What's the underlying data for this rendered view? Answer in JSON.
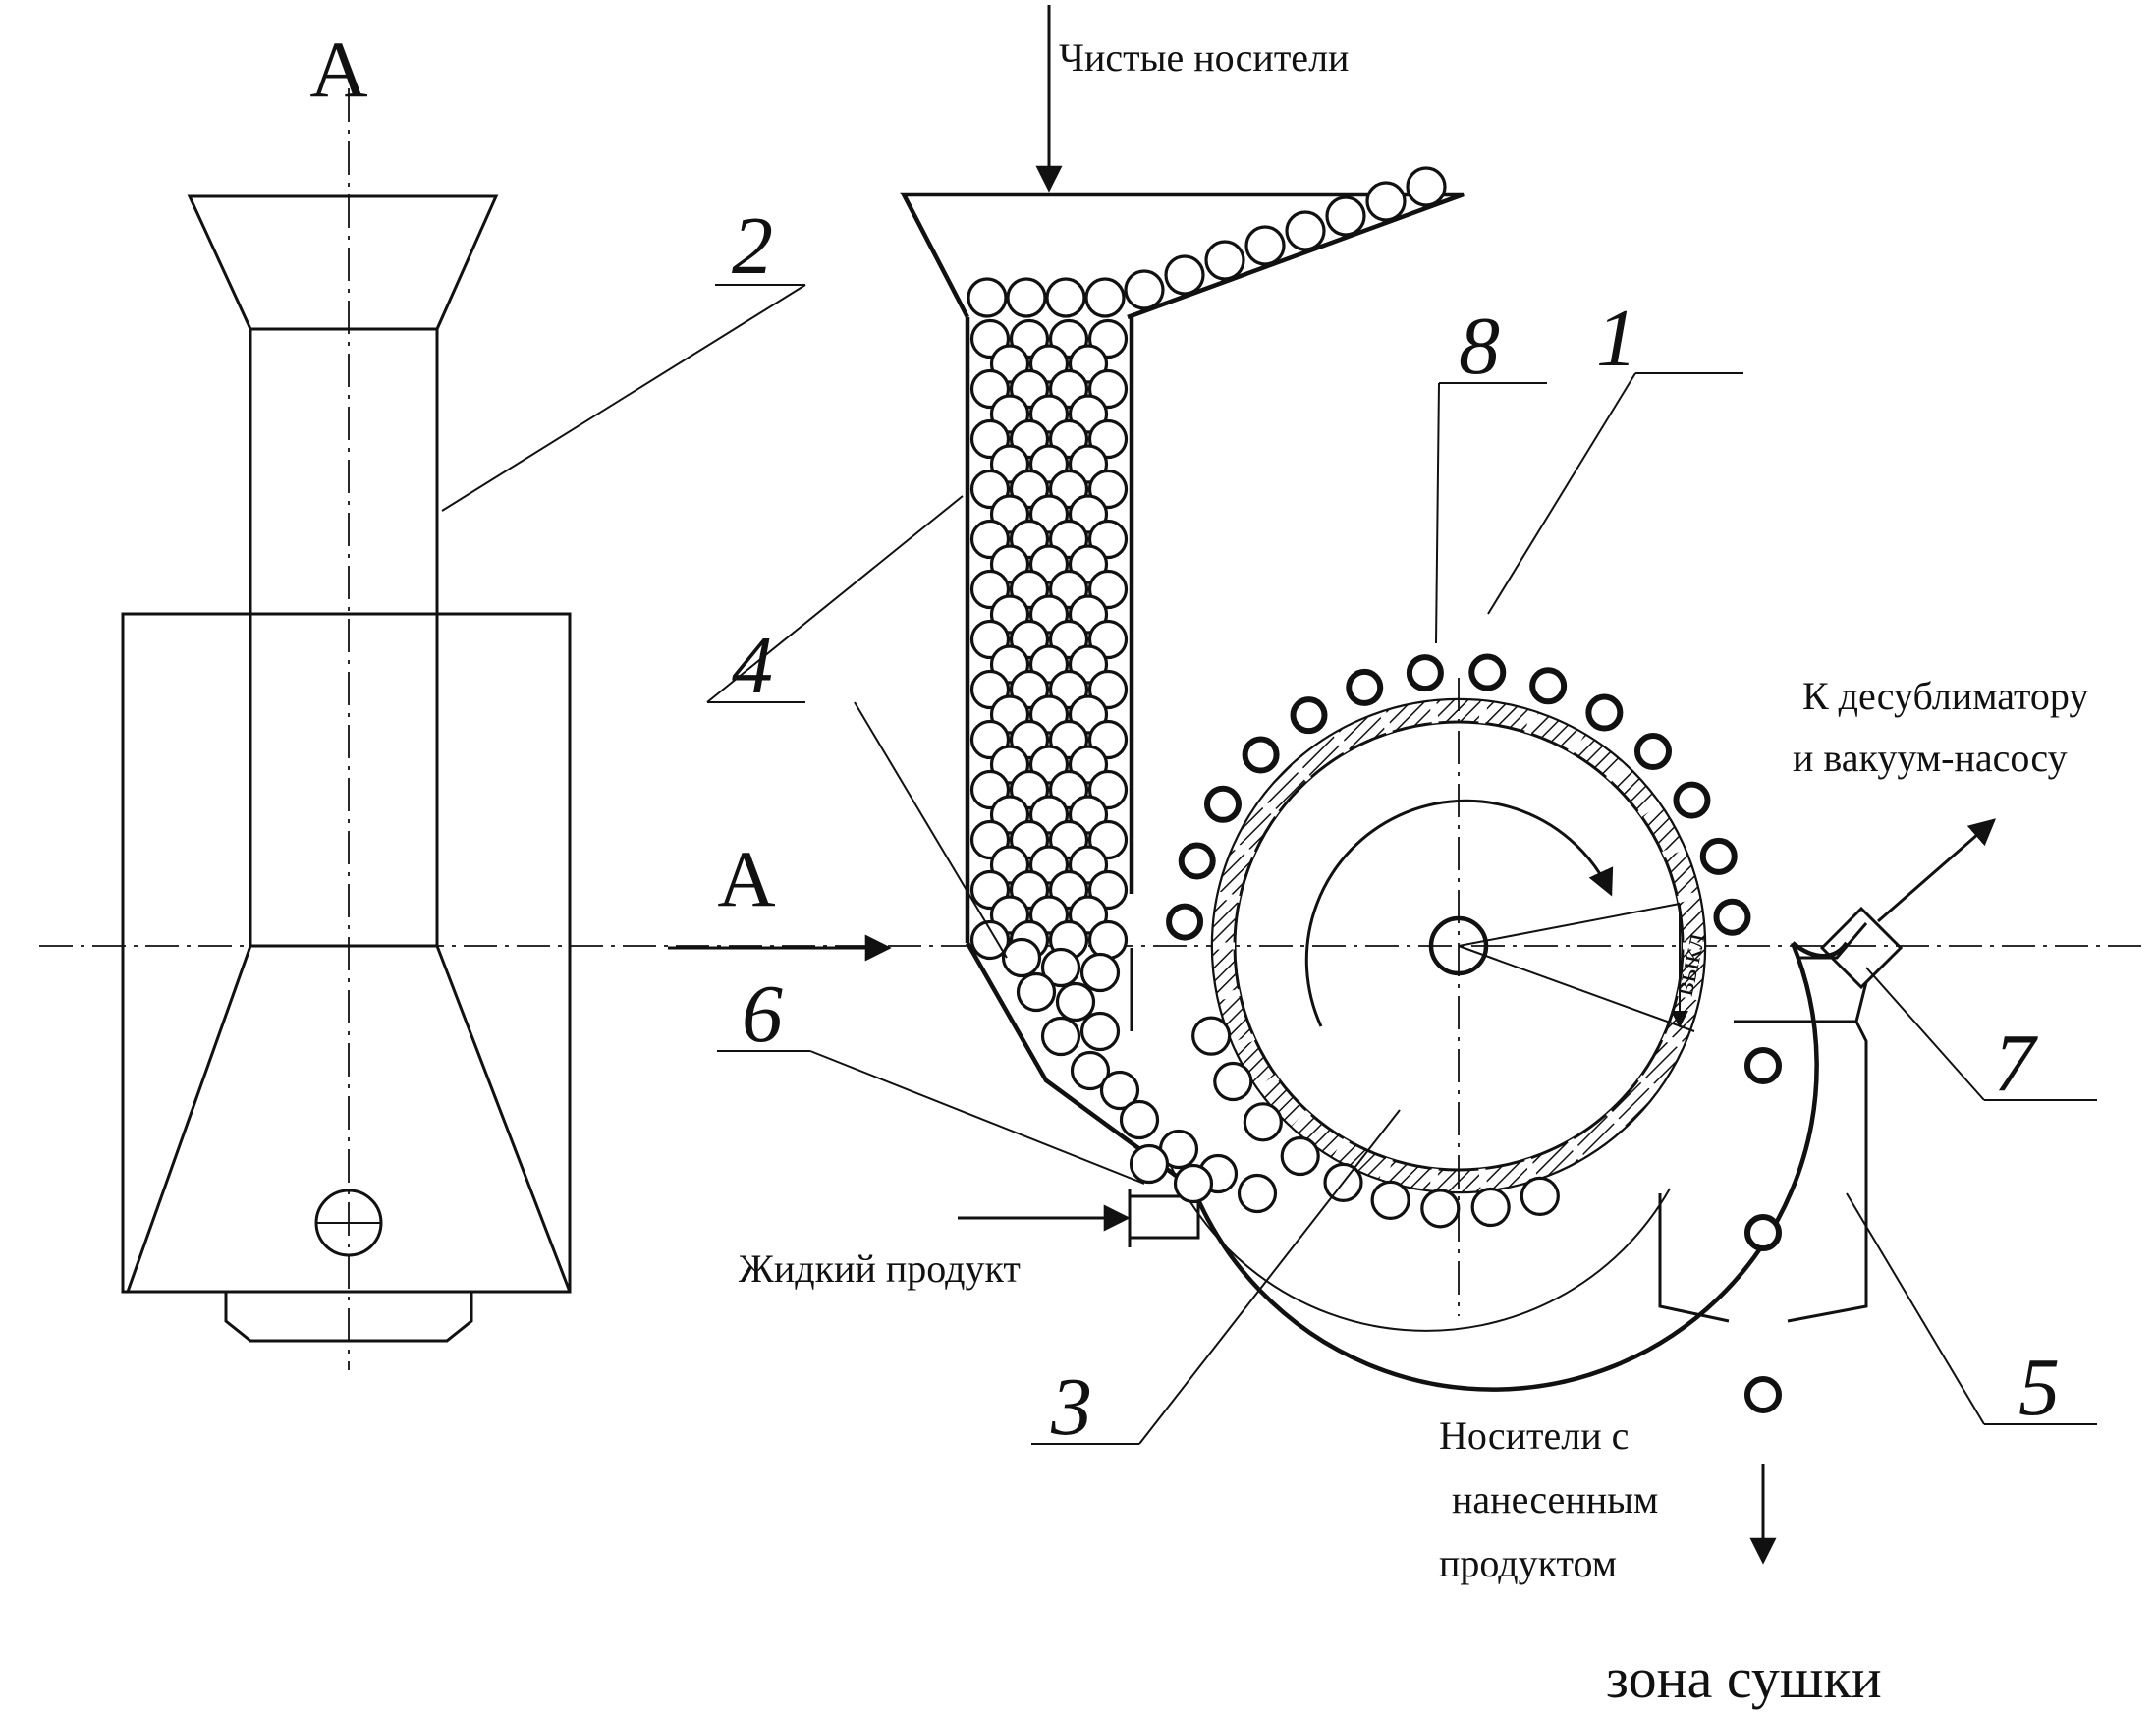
{
  "section_labels": {
    "top": "A",
    "arrow": "A"
  },
  "labels": {
    "clean_carriers": "Чистые носители",
    "to_desublimator_line1": "К десублиматору",
    "to_desublimator_line2": "и вакуум-насосу",
    "liquid_product": "Жидкий продукт",
    "coated_line1": "Носители с",
    "coated_line2": "нанесенным",
    "coated_line3": "продуктом",
    "drying_zone": "зона сушки",
    "off_mark": "выкл"
  },
  "part_numbers": {
    "p1": "1",
    "p2": "2",
    "p3": "3",
    "p4": "4",
    "p5": "5",
    "p6": "6",
    "p7": "7",
    "p8": "8"
  },
  "colors": {
    "ink": "#111111",
    "paper": "#ffffff"
  }
}
